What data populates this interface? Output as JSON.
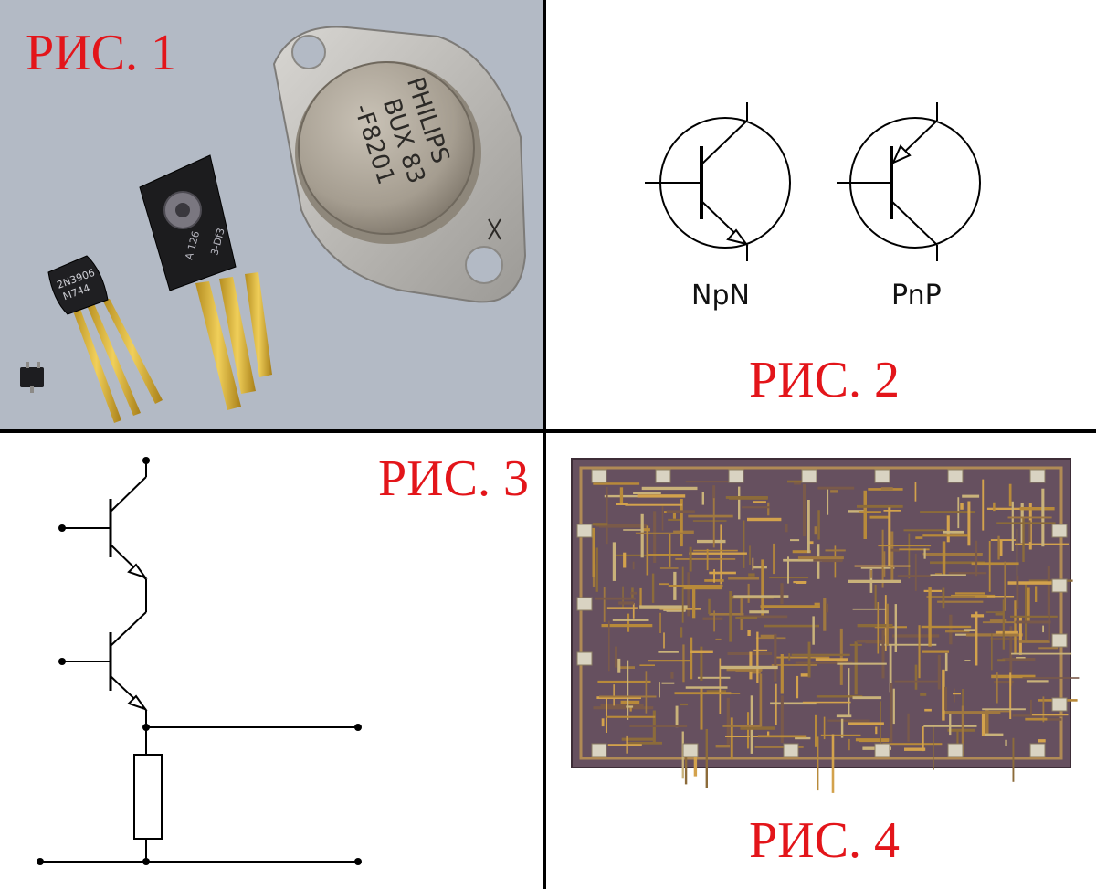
{
  "figures": [
    {
      "label": "РИС. 1"
    },
    {
      "label": "РИС. 2"
    },
    {
      "label": "РИС. 3"
    },
    {
      "label": "РИС. 4"
    }
  ],
  "photo": {
    "to3_marking": [
      "PHILIPS",
      "BUX 83",
      "-F8201"
    ],
    "to126_marking_left": "A 126",
    "to126_marking_right": "3-Df3",
    "to92_marking": [
      "2N3906",
      "M744"
    ]
  },
  "symbols": {
    "npn_label": "NpN",
    "pnp_label": "PnP"
  },
  "colors": {
    "label_red": "#e3151a",
    "photo_background": "#b3bac5",
    "gold_leads": "#d8b23a",
    "die_background": "#6b5565",
    "die_traces": "#b88a3a"
  }
}
